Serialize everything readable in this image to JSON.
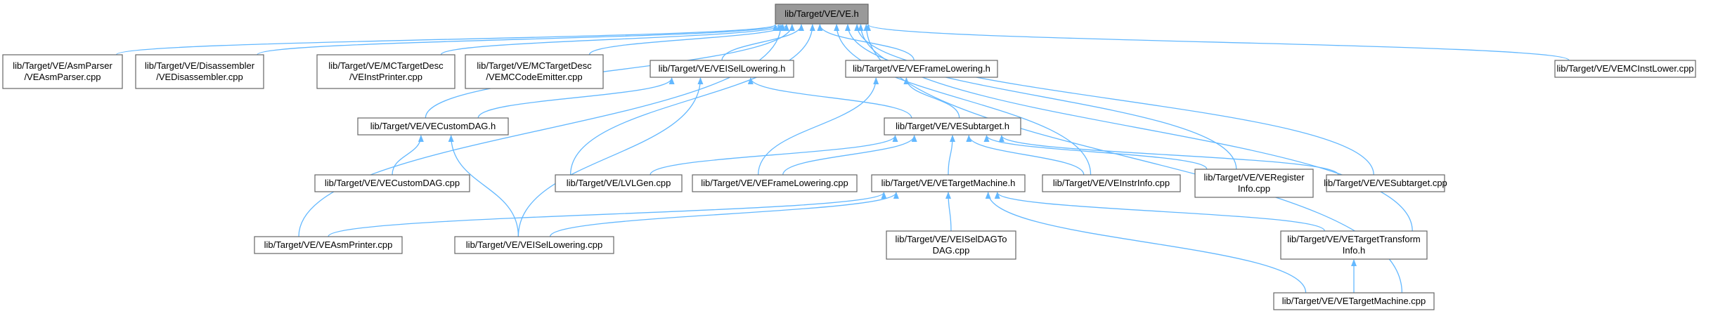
{
  "diagram": {
    "edge_color": "#63b8ff",
    "root_fill": "#999999",
    "nodes": [
      {
        "id": "ve_h",
        "lines": [
          "lib/Target/VE/VE.h"
        ],
        "root": true
      },
      {
        "id": "asmparser",
        "lines": [
          "lib/Target/VE/AsmParser",
          "/VEAsmParser.cpp"
        ]
      },
      {
        "id": "disasm",
        "lines": [
          "lib/Target/VE/Disassembler",
          "/VEDisassembler.cpp"
        ]
      },
      {
        "id": "instprinter",
        "lines": [
          "lib/Target/VE/MCTargetDesc",
          "/VEInstPrinter.cpp"
        ]
      },
      {
        "id": "mccodeemitter",
        "lines": [
          "lib/Target/VE/MCTargetDesc",
          "/VEMCCodeEmitter.cpp"
        ]
      },
      {
        "id": "isellowering_h",
        "lines": [
          "lib/Target/VE/VEISelLowering.h"
        ]
      },
      {
        "id": "framelowering_h",
        "lines": [
          "lib/Target/VE/VEFrameLowering.h"
        ]
      },
      {
        "id": "mcinstlower",
        "lines": [
          "lib/Target/VE/VEMCInstLower.cpp"
        ]
      },
      {
        "id": "customdag_h",
        "lines": [
          "lib/Target/VE/VECustomDAG.h"
        ]
      },
      {
        "id": "subtarget_h",
        "lines": [
          "lib/Target/VE/VESubtarget.h"
        ]
      },
      {
        "id": "customdag_cpp",
        "lines": [
          "lib/Target/VE/VECustomDAG.cpp"
        ]
      },
      {
        "id": "lvlgen",
        "lines": [
          "lib/Target/VE/LVLGen.cpp"
        ]
      },
      {
        "id": "framelowering_cpp",
        "lines": [
          "lib/Target/VE/VEFrameLowering.cpp"
        ]
      },
      {
        "id": "targetmachine_h",
        "lines": [
          "lib/Target/VE/VETargetMachine.h"
        ]
      },
      {
        "id": "instrinfo",
        "lines": [
          "lib/Target/VE/VEInstrInfo.cpp"
        ]
      },
      {
        "id": "registerinfo",
        "lines": [
          "lib/Target/VE/VERegister",
          "Info.cpp"
        ]
      },
      {
        "id": "subtarget_cpp",
        "lines": [
          "lib/Target/VE/VESubtarget.cpp"
        ]
      },
      {
        "id": "asmprinter",
        "lines": [
          "lib/Target/VE/VEAsmPrinter.cpp"
        ]
      },
      {
        "id": "isellowering_cpp",
        "lines": [
          "lib/Target/VE/VEISelLowering.cpp"
        ]
      },
      {
        "id": "iseldagtodag",
        "lines": [
          "lib/Target/VE/VEISelDAGTo",
          "DAG.cpp"
        ]
      },
      {
        "id": "targettransforminfo",
        "lines": [
          "lib/Target/VE/VETargetTransform",
          "Info.h"
        ]
      },
      {
        "id": "targetmachine_cpp",
        "lines": [
          "lib/Target/VE/VETargetMachine.cpp"
        ]
      }
    ],
    "edges": [
      {
        "from": "asmparser",
        "to": "ve_h"
      },
      {
        "from": "disasm",
        "to": "ve_h"
      },
      {
        "from": "instprinter",
        "to": "ve_h"
      },
      {
        "from": "mccodeemitter",
        "to": "ve_h"
      },
      {
        "from": "isellowering_h",
        "to": "ve_h"
      },
      {
        "from": "framelowering_h",
        "to": "ve_h"
      },
      {
        "from": "mcinstlower",
        "to": "ve_h"
      },
      {
        "from": "customdag_h",
        "to": "ve_h"
      },
      {
        "from": "asmprinter",
        "to": "ve_h"
      },
      {
        "from": "lvlgen",
        "to": "ve_h"
      },
      {
        "from": "instrinfo",
        "to": "ve_h"
      },
      {
        "from": "registerinfo",
        "to": "ve_h"
      },
      {
        "from": "subtarget_cpp",
        "to": "ve_h"
      },
      {
        "from": "targettransforminfo",
        "to": "ve_h"
      },
      {
        "from": "targetmachine_cpp",
        "to": "ve_h"
      },
      {
        "from": "customdag_h",
        "to": "isellowering_h"
      },
      {
        "from": "subtarget_h",
        "to": "isellowering_h"
      },
      {
        "from": "isellowering_cpp",
        "to": "isellowering_h"
      },
      {
        "from": "subtarget_h",
        "to": "framelowering_h"
      },
      {
        "from": "framelowering_cpp",
        "to": "framelowering_h"
      },
      {
        "from": "customdag_cpp",
        "to": "customdag_h"
      },
      {
        "from": "isellowering_cpp",
        "to": "customdag_h"
      },
      {
        "from": "lvlgen",
        "to": "subtarget_h"
      },
      {
        "from": "framelowering_cpp",
        "to": "subtarget_h"
      },
      {
        "from": "targetmachine_h",
        "to": "subtarget_h"
      },
      {
        "from": "instrinfo",
        "to": "subtarget_h"
      },
      {
        "from": "registerinfo",
        "to": "subtarget_h"
      },
      {
        "from": "subtarget_cpp",
        "to": "subtarget_h"
      },
      {
        "from": "asmprinter",
        "to": "targetmachine_h"
      },
      {
        "from": "isellowering_cpp",
        "to": "targetmachine_h"
      },
      {
        "from": "iseldagtodag",
        "to": "targetmachine_h"
      },
      {
        "from": "targettransforminfo",
        "to": "targetmachine_h"
      },
      {
        "from": "targetmachine_cpp",
        "to": "targetmachine_h"
      },
      {
        "from": "targetmachine_cpp",
        "to": "targettransforminfo"
      }
    ]
  }
}
